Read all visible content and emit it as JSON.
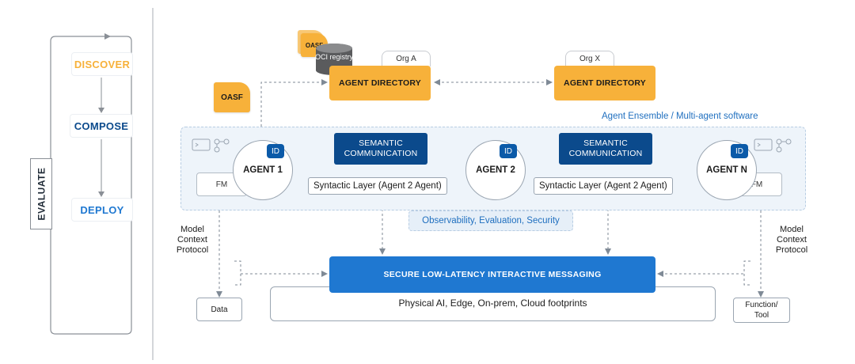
{
  "lifecycle": {
    "discover": "DISCOVER",
    "compose": "COMPOSE",
    "deploy": "DEPLOY",
    "evaluate": "EVALUATE"
  },
  "registry": {
    "oasf_stack_label": "OASF",
    "oci_registry_label": "OCI registry",
    "oasf_label": "OASF"
  },
  "directories": [
    {
      "org": "Org A",
      "label": "AGENT DIRECTORY"
    },
    {
      "org": "Org X",
      "label": "AGENT DIRECTORY"
    }
  ],
  "ensemble_label": "Agent Ensemble / Multi-agent software",
  "agents": [
    {
      "name": "AGENT 1",
      "id": "ID",
      "fm": "FM"
    },
    {
      "name": "AGENT 2",
      "id": "ID"
    },
    {
      "name": "AGENT N",
      "id": "ID",
      "fm": "FM"
    }
  ],
  "semantic": [
    "SEMANTIC\nCOMMUNICATION",
    "SEMANTIC\nCOMMUNICATION"
  ],
  "syntactic": [
    "Syntactic Layer (Agent 2 Agent)",
    "Syntactic Layer (Agent 2 Agent)"
  ],
  "observability": "Observability, Evaluation, Security",
  "messaging": "SECURE LOW-LATENCY INTERACTIVE MESSAGING",
  "footprints": "Physical AI, Edge, On-prem, Cloud footprints",
  "mcp_left": "Model\nContext\nProtocol",
  "mcp_right": "Model\nContext\nProtocol",
  "data_box": "Data",
  "function_box": "Function/\nTool",
  "colors": {
    "discover": "#f7b13a",
    "compose": "#0b4a8c",
    "deploy": "#1f78d1",
    "directory": "#f7b13a",
    "semantic": "#0b4a8c",
    "messaging": "#1f78d1",
    "id_badge": "#0b5aa8",
    "ensemble_bg": "#eef4fa"
  }
}
